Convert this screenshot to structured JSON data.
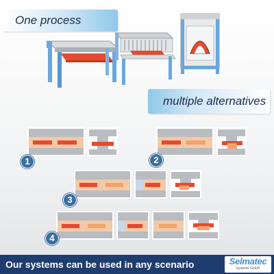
{
  "header": {
    "title": "One process"
  },
  "middle": {
    "subtitle": "multiple alternatives"
  },
  "steps": [
    "1",
    "2",
    "3",
    "4"
  ],
  "footer": {
    "tagline": "Our systems can be used in any scenario"
  },
  "logo": {
    "name": "Selmatec",
    "sub": "Systems GmbH"
  },
  "colors": {
    "accent": "#3f6f9e",
    "footer_bg": "#1e3c6e",
    "mold_red": "#e64a2e",
    "mold_orange": "#f2a36b",
    "board": "#f3c9a6",
    "steel": "#b9bcc0",
    "frame_blue": "#6aa7dc"
  }
}
